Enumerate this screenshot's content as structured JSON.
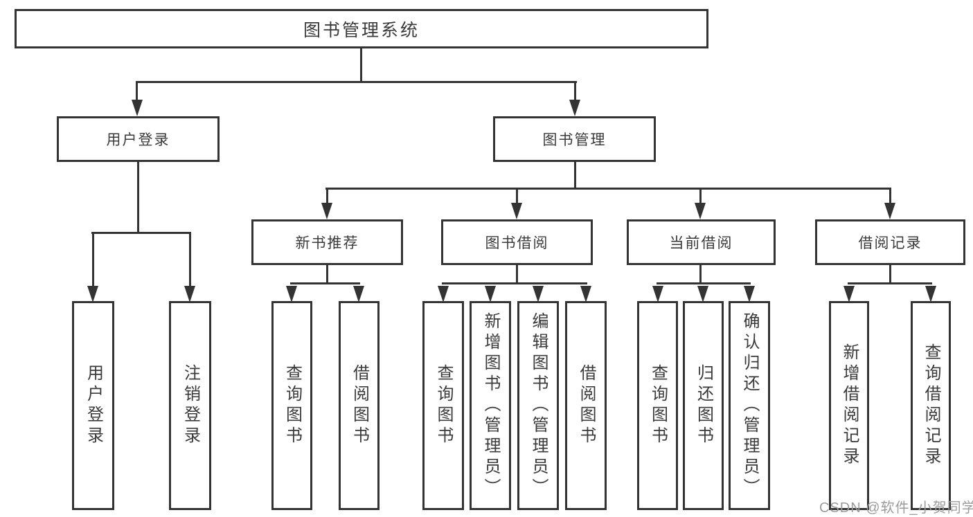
{
  "colors": {
    "line": "#333333",
    "text": "#3a3a3a",
    "background": "#ffffff",
    "watermark": "#9b9b9b"
  },
  "tree": {
    "root": {
      "label": "图书管理系统"
    },
    "branches": [
      {
        "label": "用户登录",
        "leaves": [
          {
            "label": "用户登录"
          },
          {
            "label": "注销登录"
          }
        ]
      },
      {
        "label": "图书管理",
        "groups": [
          {
            "label": "新书推荐",
            "leaves": [
              {
                "label": "查询图书"
              },
              {
                "label": "借阅图书"
              }
            ]
          },
          {
            "label": "图书借阅",
            "leaves": [
              {
                "label": "查询图书"
              },
              {
                "label": "新增图书（管理员）"
              },
              {
                "label": "编辑图书（管理员）"
              },
              {
                "label": "借阅图书"
              }
            ]
          },
          {
            "label": "当前借阅",
            "leaves": [
              {
                "label": "查询图书"
              },
              {
                "label": "归还图书"
              },
              {
                "label": "确认归还（管理员）"
              }
            ]
          },
          {
            "label": "借阅记录",
            "leaves": [
              {
                "label": "新增借阅记录"
              },
              {
                "label": "查询借阅记录"
              }
            ]
          }
        ]
      }
    ]
  },
  "watermark": {
    "text": "CSDN @软件_小贺同学"
  }
}
